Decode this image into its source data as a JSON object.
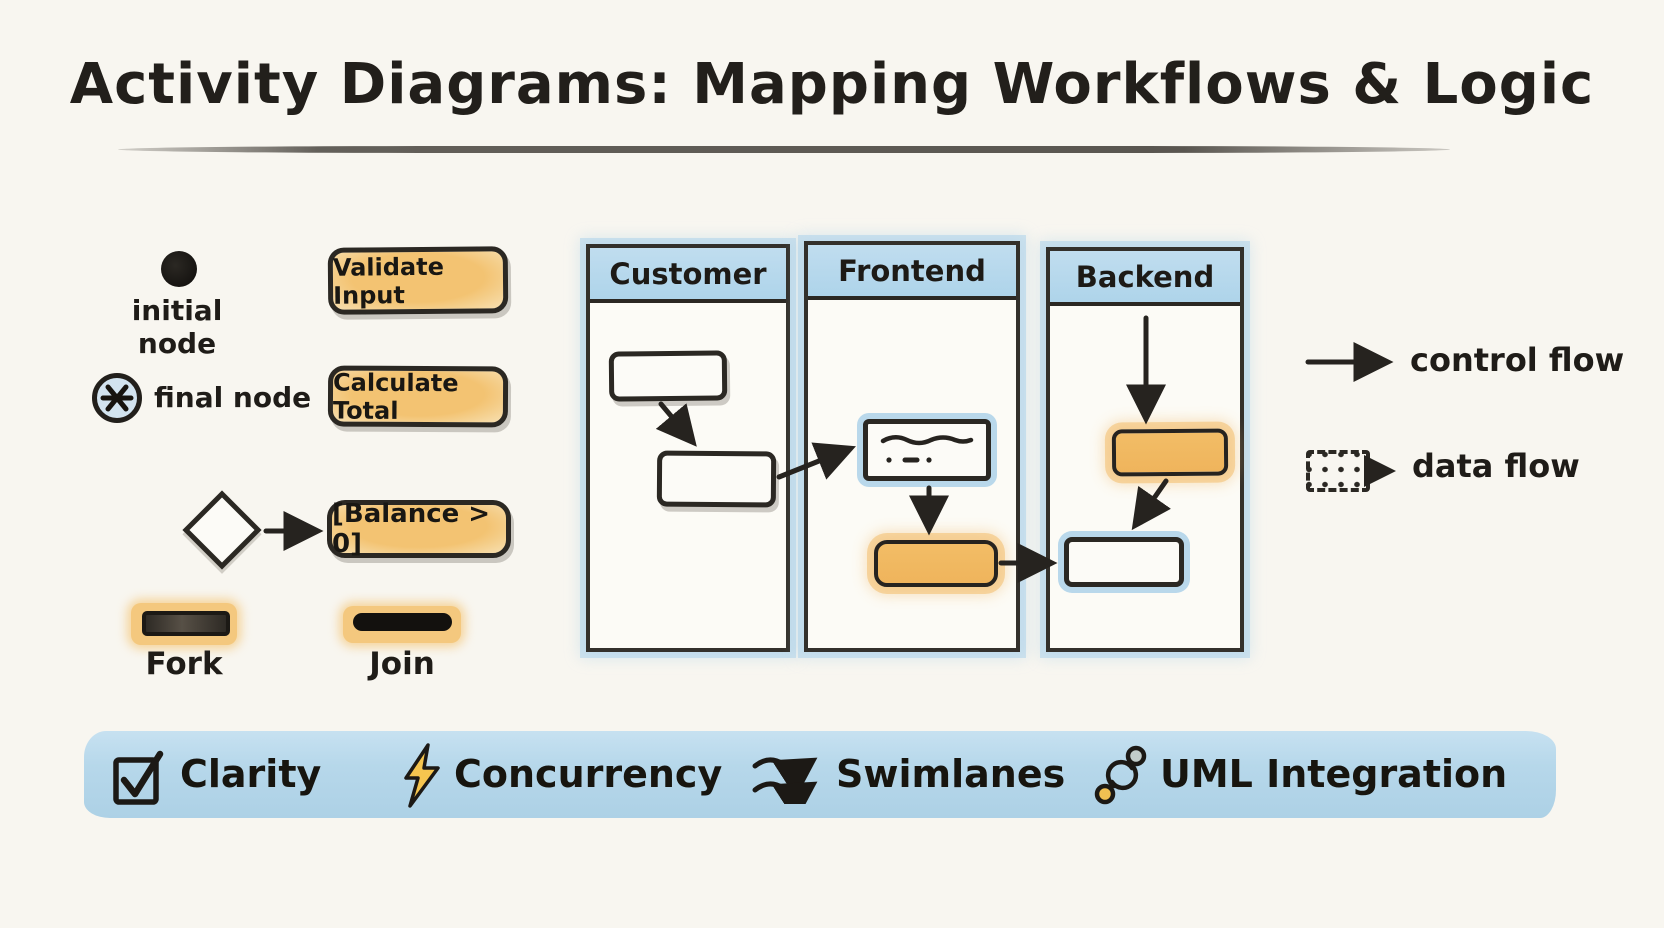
{
  "title": "Activity Diagrams: Mapping Workflows & Logic",
  "legend": {
    "initial_node_label": "initial node",
    "final_node_label": "final node",
    "action_1_label": "Validate Input",
    "action_2_label": "Calculate Total",
    "guard_label": "[Balance > 0]",
    "fork_label": "Fork",
    "join_label": "Join"
  },
  "swimlanes": {
    "lanes": [
      {
        "label": "Customer"
      },
      {
        "label": "Frontend"
      },
      {
        "label": "Backend"
      }
    ]
  },
  "flow_legend": {
    "control_label": "control flow",
    "data_label": "data flow"
  },
  "features": [
    {
      "icon": "checkbox-icon",
      "label": "Clarity"
    },
    {
      "icon": "lightning-icon",
      "label": "Concurrency"
    },
    {
      "icon": "swimlane-arrows-icon",
      "label": "Swimlanes"
    },
    {
      "icon": "uml-link-icon",
      "label": "UML Integration"
    }
  ],
  "colors": {
    "background": "#f8f6f0",
    "ink": "#26231f",
    "accent_orange": "#f0b85f",
    "lane_header_blue": "#b7d9ec",
    "band_blue": "#b3d6ea",
    "final_node_fill": "#d2e3ef",
    "lightning_yellow": "#f5c54f"
  }
}
